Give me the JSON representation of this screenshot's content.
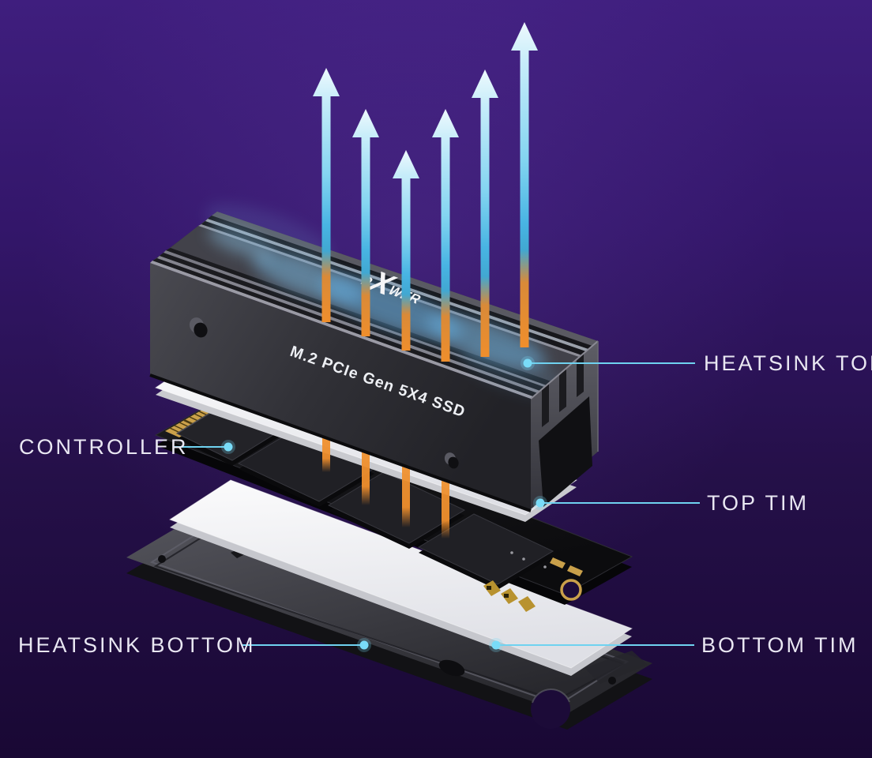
{
  "background": {
    "gradient_top": "#3f1e7e",
    "gradient_bottom": "#190834"
  },
  "accents": {
    "leader_line": "#6fd2f0",
    "leader_dot": "#79dcf8",
    "arrow_cool_light": "#dff4fc",
    "arrow_cool": "#7fd4f1",
    "heat_orange": "#ee8e2d",
    "tim_white": "#f2f3f5",
    "pcb_gold": "#c9a04a"
  },
  "device": {
    "front_label": "M.2 PCIe Gen 5X4 SSD",
    "logo_prefix": "P",
    "logo_mark": "X",
    "logo_suffix": "WER"
  },
  "callouts": {
    "heatsink_top": {
      "label": "HEATSINK TOP"
    },
    "controller": {
      "label": "CONTROLLER"
    },
    "top_tim": {
      "label": "TOP TIM"
    },
    "bottom_tim": {
      "label": "BOTTOM TIM"
    },
    "heatsink_bottom": {
      "label": "HEATSINK BOTTOM"
    }
  }
}
